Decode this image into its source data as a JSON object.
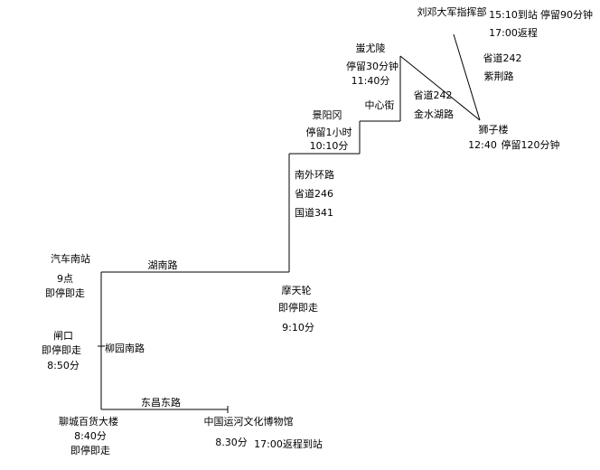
{
  "colors": {
    "line": "#000000",
    "text": "#000000",
    "background": "#ffffff"
  },
  "stops": {
    "bus_south": {
      "name": "汽车南站",
      "time": "9点",
      "note": "即停即走"
    },
    "zhakou": {
      "name": "闸口",
      "note": "即停即走",
      "time": "8:50分"
    },
    "liaocheng_store": {
      "name": "聊城百货大楼",
      "time": "8:40分",
      "note": "即停即走"
    },
    "canal_museum": {
      "name": "中国运河文化博物馆",
      "time": "8.30分",
      "return_note": "17:00返程到站"
    },
    "ferris_wheel": {
      "name": "摩天轮",
      "note": "即停即走",
      "time": "9:10分"
    },
    "jingyanggang": {
      "name": "景阳冈",
      "stay": "停留1小时",
      "time": "10:10分"
    },
    "chiyou_tomb": {
      "name": "蚩尤陵",
      "stay": "停留30分钟",
      "time": "11:40分"
    },
    "shizilou": {
      "name": "狮子楼",
      "time": "12:40",
      "stay": "停留120分钟"
    },
    "liudeng_hq": {
      "name": "刘邓大军指挥部",
      "arrive": "15:10到站",
      "stay": "停留90分钟",
      "return": "17:00返程"
    }
  },
  "roads": {
    "hunan_road": "湖南路",
    "liuyuan_south": "柳园南路",
    "dongchang_east": "东昌东路",
    "south_ring": "南外环路",
    "provincial_246": "省道246",
    "national_341": "国道341",
    "zhongxin_street": "中心街",
    "provincial_242_a": "省道242",
    "jinshui_lake": "金水湖路",
    "provincial_242_b": "省道242",
    "zijing_road": "紫荆路"
  }
}
